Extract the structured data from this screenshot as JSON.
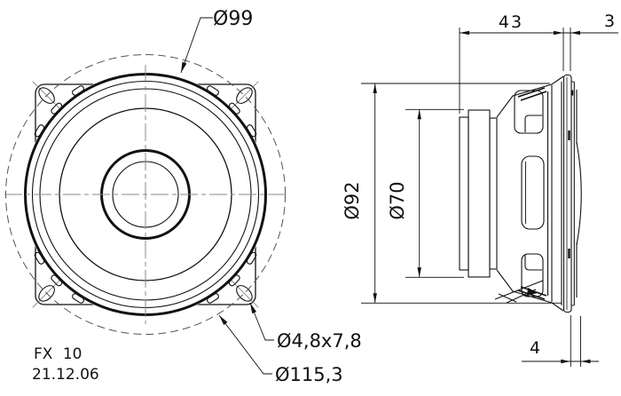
{
  "drawing": {
    "product": "FX 10",
    "date": "21.12.06",
    "front_view": {
      "label_rim_diameter": "Ø99",
      "label_slot_size": "Ø4,8x7,8",
      "label_bolt_circle": "Ø115,3"
    },
    "side_view": {
      "label_depth": "43",
      "label_gasket_thickness": "3",
      "label_front_diameter": "Ø92",
      "label_magnet_diameter": "Ø70",
      "label_dome_protrusion": "4"
    },
    "colors": {
      "line": "#111111",
      "centerline": "#8a8a8a",
      "dashed_circle": "#555555",
      "background": "#ffffff"
    }
  }
}
